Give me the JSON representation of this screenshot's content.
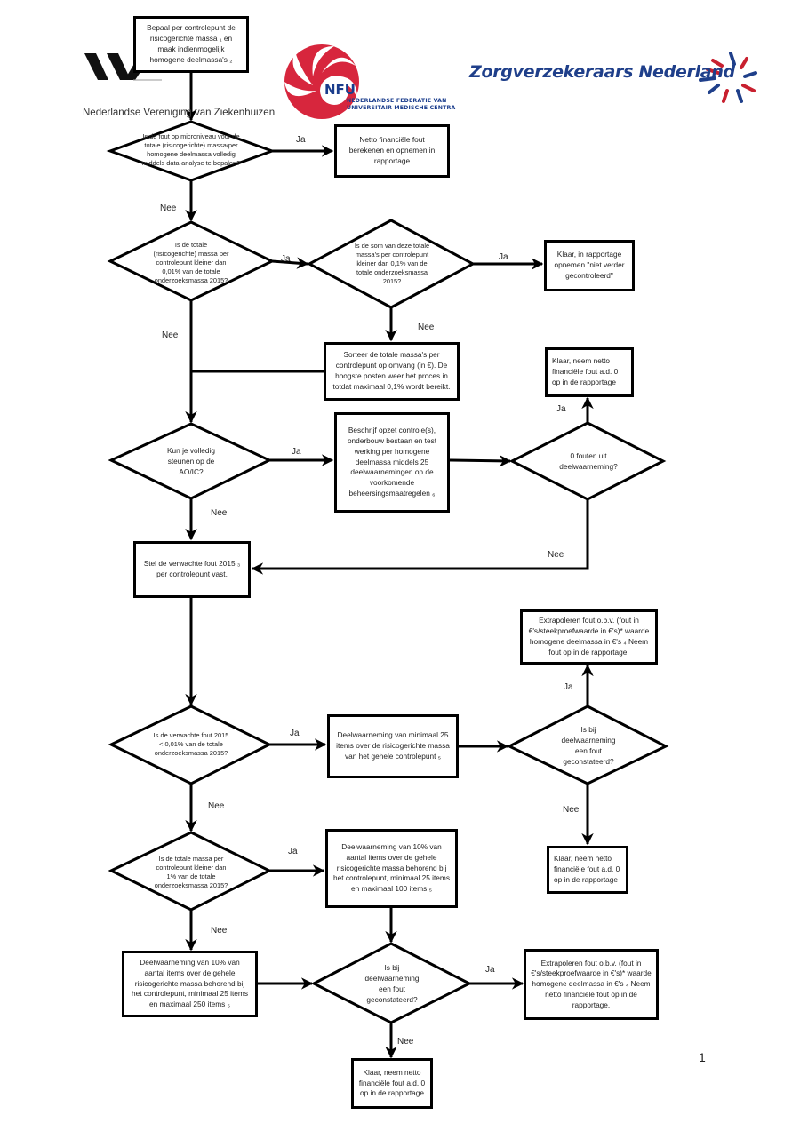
{
  "header": {
    "logos": {
      "nvz": {
        "mark": "NVZ",
        "name": "Nederlandse Vereniging van Ziekenhuizen"
      },
      "nfu": {
        "abbr": "NFU",
        "line1": "NEDERLANDSE FEDERATIE VAN",
        "line2": "UNIVERSITAIR MEDISCHE CENTRA",
        "colors": {
          "red": "#d7263d",
          "blue": "#1a3c8c"
        }
      },
      "zn": {
        "name": "Zorgverzekeraars Nederland",
        "colors": {
          "blue": "#1f3f8a",
          "red": "#c8202f"
        }
      }
    }
  },
  "flowchart": {
    "nodes": {
      "start": "Bepaal per controlepunt de risicogerichte massa ₁ en maak indienmogelijk homogene deelmassa's ₂",
      "q_micro": "Is de fout op microniveau voor de totale (risicogerichte) massa/per homogene deelmassa volledig middels data-analyse te bepalen?",
      "netto_fout": "Netto financiële fout berekenen en opnemen in rapportage",
      "q_totale_massa": "Is de totale (risicogerichte) massa per controlepunt kleiner dan 0,01% van de totale onderzoeksmassa 2015?",
      "q_som": "Is de som van deze totale massa's per controlepunt kleiner dan 0,1% van de totale onderzoeksmassa 2015?",
      "klaar_niet_verder": "Klaar, in rapportage opnemen \"niet verder gecontroleerd\"",
      "sorteer": "Sorteer de totale massa's per controlepunt op omvang (in €). De hoogste posten weer het proces in totdat maximaal 0,1% wordt bereikt.",
      "klaar_netto_top": "Klaar, neem netto financiële fout a.d. 0 op in de rapportage",
      "q_aoic": "Kun je volledig steunen op de AO/IC?",
      "beschrijf": "Beschrijf opzet controle(s), onderbouw bestaan en test werking per homogene deelmassa middels 25 deelwaarnemingen op de voorkomende beheersingsmaatregelen ₆",
      "q_0fouten": "0 fouten uit deelwaarneming?",
      "stel_verwacht": "Stel de verwachte fout 2015 ₃ per controlepunt vast.",
      "extrapoleer_1": "Extrapoleren fout o.b.v. (fout in €'s/steekproefwaarde in €'s)* waarde homogene deelmassa in €'s ₄ Neem fout op in de rapportage.",
      "q_verwacht": "Is de verwachte fout 2015 < 0,01% van de totale onderzoeksmassa 2015?",
      "deelw_25": "Deelwaarneming van minimaal 25 items over de risicogerichte massa van het gehele controlepunt ₅",
      "q_fout_1": "Is bij deelwaarneming een fout geconstateerd?",
      "klaar_netto_mid": "Klaar, neem netto financiële fout a.d. 0 op in de rapportage",
      "q_1procent": "Is de totale massa per controlepunt kleiner dan 1% van de totale onderzoeksmassa 2015?",
      "deelw_100": "Deelwaarneming van 10% van aantal items over de gehele risicogerichte massa behorend bij het controlepunt, minimaal 25 items en maximaal 100 items ₅",
      "deelw_250": "Deelwaarneming van 10% van aantal items over de gehele risicogerichte massa behorend bij het controlepunt, minimaal 25 items en maximaal 250 items ₅",
      "q_fout_2": "Is bij deelwaarneming een fout geconstateerd?",
      "extrapoleer_2": "Extrapoleren fout o.b.v. (fout in €'s/steekproefwaarde in €'s)* waarde homogene deelmassa in €'s ₄ Neem netto financiële fout op in de rapportage.",
      "klaar_netto_bottom": "Klaar, neem netto financiële fout a.d. 0 op in de rapportage"
    },
    "labels": {
      "yes": "Ja",
      "no": "Nee"
    }
  },
  "footer": {
    "page_number": "1"
  }
}
